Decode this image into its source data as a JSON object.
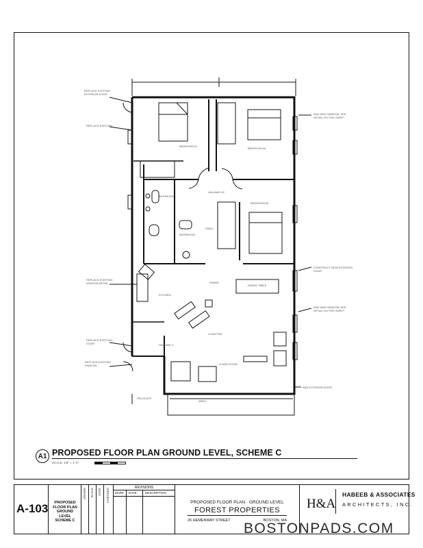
{
  "drawing": {
    "view_tag": "A1",
    "view_title": "PROPOSED FLOOR PLAN GROUND LEVEL, SCHEME C",
    "scale_note": "SCALE: 1/8\" = 1'-0\""
  },
  "title_block": {
    "sheet_number": "A-103",
    "sheet_description": "PROPOSED FLOOR PLAN GROUND LEVEL SCHEME C",
    "vertical_fields": [
      "DRAWN",
      "SCALE",
      "DATE",
      "CHECKED"
    ],
    "revisions_label": "REVISIONS",
    "revision_columns": [
      "MARK",
      "DATE",
      "DESCRIPTION"
    ],
    "project_subtitle": "PROPOSED FLOOR PLAN · GROUND LEVEL",
    "project_name": "FOREST PROPERTIES",
    "project_address": "26 HEMENWAY STREET",
    "project_city": "BOSTON, MA",
    "firm_logo": "H&A",
    "firm_name": "HABEEB & ASSOCIATES",
    "firm_subtitle": "ARCHITECTS, INC."
  },
  "watermark": "BOSTONPADS.COM"
}
